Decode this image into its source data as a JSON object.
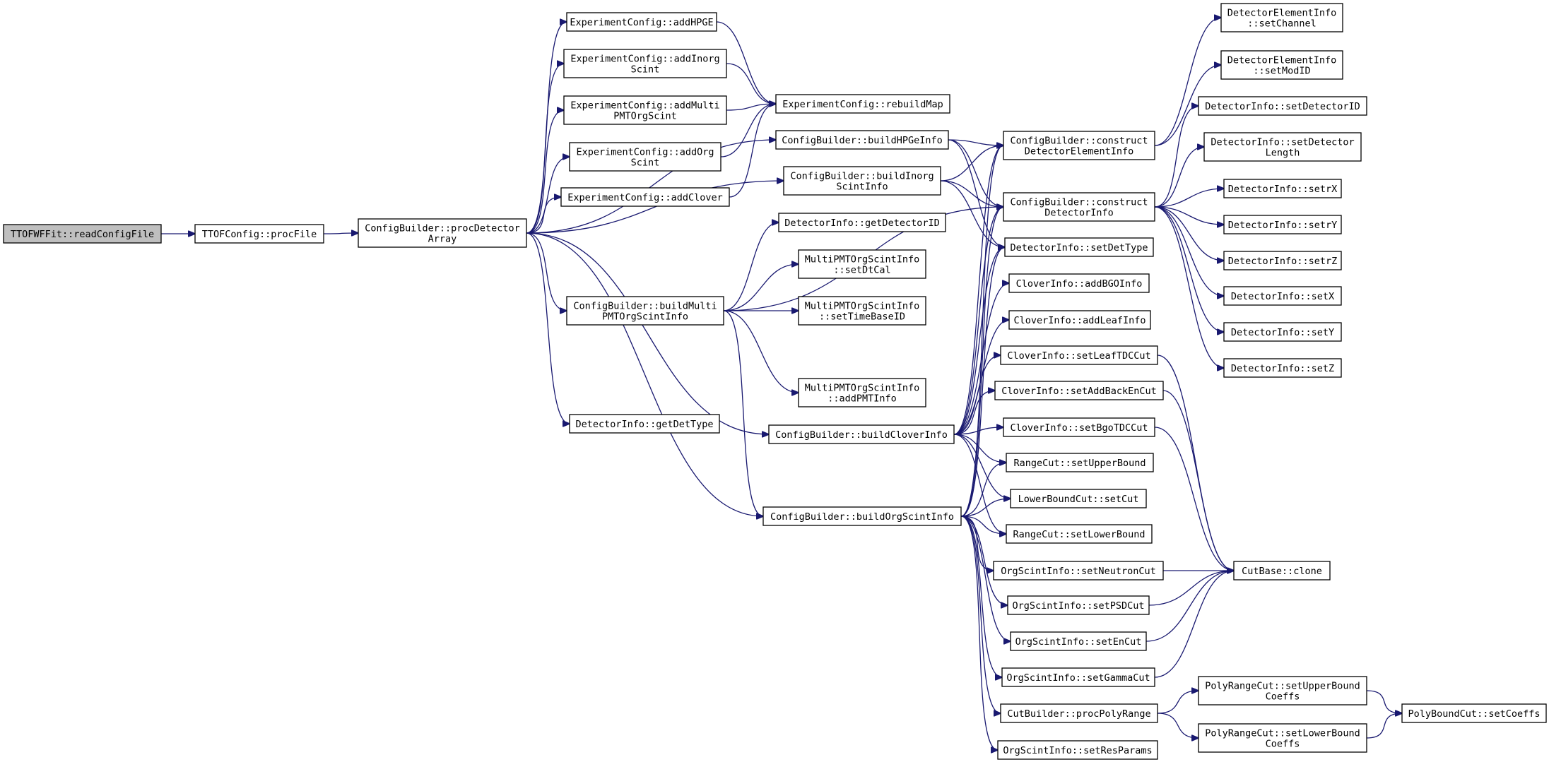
{
  "graph": {
    "root": "ttofwffit-readconfigfile",
    "nodes": [
      {
        "id": "ttofwffit-readconfigfile",
        "lines": [
          "TTOFWFFit::readConfigFile"
        ],
        "root": true
      },
      {
        "id": "ttofconfig-procfile",
        "lines": [
          "TTOFConfig::procFile"
        ]
      },
      {
        "id": "configbuilder-procdetectorarray",
        "lines": [
          "ConfigBuilder::procDetector",
          "Array"
        ]
      },
      {
        "id": "experimentconfig-addhpge",
        "lines": [
          "ExperimentConfig::addHPGE"
        ]
      },
      {
        "id": "experimentconfig-addinorgscint",
        "lines": [
          "ExperimentConfig::addInorg",
          "Scint"
        ]
      },
      {
        "id": "experimentconfig-addmultipmtorgscint",
        "lines": [
          "ExperimentConfig::addMulti",
          "PMTOrgScint"
        ]
      },
      {
        "id": "experimentconfig-addorgscint",
        "lines": [
          "ExperimentConfig::addOrg",
          "Scint"
        ]
      },
      {
        "id": "experimentconfig-addclover",
        "lines": [
          "ExperimentConfig::addClover"
        ]
      },
      {
        "id": "configbuilder-buildmultipmtorgscintinfo",
        "lines": [
          "ConfigBuilder::buildMulti",
          "PMTOrgScintInfo"
        ]
      },
      {
        "id": "detectorinfo-getdettype",
        "lines": [
          "DetectorInfo::getDetType"
        ]
      },
      {
        "id": "experimentconfig-rebuildmap",
        "lines": [
          "ExperimentConfig::rebuildMap"
        ]
      },
      {
        "id": "configbuilder-buildhpgeinfo",
        "lines": [
          "ConfigBuilder::buildHPGeInfo"
        ]
      },
      {
        "id": "configbuilder-buildinorgscintinfo",
        "lines": [
          "ConfigBuilder::buildInorg",
          "ScintInfo"
        ]
      },
      {
        "id": "detectorinfo-getdetectorid",
        "lines": [
          "DetectorInfo::getDetectorID"
        ]
      },
      {
        "id": "multipmtorgscintinfo-setdtcal",
        "lines": [
          "MultiPMTOrgScintInfo",
          "::setDtCal"
        ]
      },
      {
        "id": "multipmtorgscintinfo-settimebaseid",
        "lines": [
          "MultiPMTOrgScintInfo",
          "::setTimeBaseID"
        ]
      },
      {
        "id": "multipmtorgscintinfo-addpmtinfo",
        "lines": [
          "MultiPMTOrgScintInfo",
          "::addPMTInfo"
        ]
      },
      {
        "id": "configbuilder-buildcloverinfo",
        "lines": [
          "ConfigBuilder::buildCloverInfo"
        ]
      },
      {
        "id": "configbuilder-buildorgscintinfo",
        "lines": [
          "ConfigBuilder::buildOrgScintInfo"
        ]
      },
      {
        "id": "configbuilder-constructdetectorelementinfo",
        "lines": [
          "ConfigBuilder::construct",
          "DetectorElementInfo"
        ]
      },
      {
        "id": "configbuilder-constructdetectorinfo",
        "lines": [
          "ConfigBuilder::construct",
          "DetectorInfo"
        ]
      },
      {
        "id": "detectorinfo-setdettype",
        "lines": [
          "DetectorInfo::setDetType"
        ]
      },
      {
        "id": "cloverinfo-addbgoinfo",
        "lines": [
          "CloverInfo::addBGOInfo"
        ]
      },
      {
        "id": "cloverinfo-addleafinfo",
        "lines": [
          "CloverInfo::addLeafInfo"
        ]
      },
      {
        "id": "cloverinfo-setleaftdccut",
        "lines": [
          "CloverInfo::setLeafTDCCut"
        ]
      },
      {
        "id": "cloverinfo-setaddbackencut",
        "lines": [
          "CloverInfo::setAddBackEnCut"
        ]
      },
      {
        "id": "cloverinfo-setbgotdccut",
        "lines": [
          "CloverInfo::setBgoTDCCut"
        ]
      },
      {
        "id": "rangecut-setupperbound",
        "lines": [
          "RangeCut::setUpperBound"
        ]
      },
      {
        "id": "lowerboundcut-setcut",
        "lines": [
          "LowerBoundCut::setCut"
        ]
      },
      {
        "id": "rangecut-setlowerbound",
        "lines": [
          "RangeCut::setLowerBound"
        ]
      },
      {
        "id": "orgscintinfo-setneutroncut",
        "lines": [
          "OrgScintInfo::setNeutronCut"
        ]
      },
      {
        "id": "orgscintinfo-setpsdcut",
        "lines": [
          "OrgScintInfo::setPSDCut"
        ]
      },
      {
        "id": "orgscintinfo-setencut",
        "lines": [
          "OrgScintInfo::setEnCut"
        ]
      },
      {
        "id": "orgscintinfo-setgammacut",
        "lines": [
          "OrgScintInfo::setGammaCut"
        ]
      },
      {
        "id": "cutbuilder-procpolyrange",
        "lines": [
          "CutBuilder::procPolyRange"
        ]
      },
      {
        "id": "orgscintinfo-setresparams",
        "lines": [
          "OrgScintInfo::setResParams"
        ]
      },
      {
        "id": "detectorelementinfo-setchannel",
        "lines": [
          "DetectorElementInfo",
          "::setChannel"
        ]
      },
      {
        "id": "detectorelementinfo-setmodid",
        "lines": [
          "DetectorElementInfo",
          "::setModID"
        ]
      },
      {
        "id": "detectorinfo-setdetectorid",
        "lines": [
          "DetectorInfo::setDetectorID"
        ]
      },
      {
        "id": "detectorinfo-setdetectorlength",
        "lines": [
          "DetectorInfo::setDetector",
          "Length"
        ]
      },
      {
        "id": "detectorinfo-setrx",
        "lines": [
          "DetectorInfo::setrX"
        ]
      },
      {
        "id": "detectorinfo-setry",
        "lines": [
          "DetectorInfo::setrY"
        ]
      },
      {
        "id": "detectorinfo-setrz",
        "lines": [
          "DetectorInfo::setrZ"
        ]
      },
      {
        "id": "detectorinfo-setx",
        "lines": [
          "DetectorInfo::setX"
        ]
      },
      {
        "id": "detectorinfo-sety",
        "lines": [
          "DetectorInfo::setY"
        ]
      },
      {
        "id": "detectorinfo-setz",
        "lines": [
          "DetectorInfo::setZ"
        ]
      },
      {
        "id": "cutbase-clone",
        "lines": [
          "CutBase::clone"
        ]
      },
      {
        "id": "polyrangecut-setupperboundcoeffs",
        "lines": [
          "PolyRangeCut::setUpperBound",
          "Coeffs"
        ]
      },
      {
        "id": "polyrangecut-setlowerboundcoeffs",
        "lines": [
          "PolyRangeCut::setLowerBound",
          "Coeffs"
        ]
      },
      {
        "id": "polyboundcut-setcoeffs",
        "lines": [
          "PolyBoundCut::setCoeffs"
        ]
      }
    ],
    "edges": [
      [
        "ttofwffit-readconfigfile",
        "ttofconfig-procfile"
      ],
      [
        "ttofconfig-procfile",
        "configbuilder-procdetectorarray"
      ],
      [
        "configbuilder-procdetectorarray",
        "experimentconfig-addhpge"
      ],
      [
        "configbuilder-procdetectorarray",
        "experimentconfig-addinorgscint"
      ],
      [
        "configbuilder-procdetectorarray",
        "experimentconfig-addmultipmtorgscint"
      ],
      [
        "configbuilder-procdetectorarray",
        "experimentconfig-addorgscint"
      ],
      [
        "configbuilder-procdetectorarray",
        "experimentconfig-addclover"
      ],
      [
        "configbuilder-procdetectorarray",
        "configbuilder-buildhpgeinfo"
      ],
      [
        "configbuilder-procdetectorarray",
        "configbuilder-buildinorgscintinfo"
      ],
      [
        "configbuilder-procdetectorarray",
        "configbuilder-buildmultipmtorgscintinfo"
      ],
      [
        "configbuilder-procdetectorarray",
        "configbuilder-buildcloverinfo"
      ],
      [
        "configbuilder-procdetectorarray",
        "configbuilder-buildorgscintinfo"
      ],
      [
        "configbuilder-procdetectorarray",
        "detectorinfo-getdettype"
      ],
      [
        "experimentconfig-addhpge",
        "experimentconfig-rebuildmap"
      ],
      [
        "experimentconfig-addinorgscint",
        "experimentconfig-rebuildmap"
      ],
      [
        "experimentconfig-addmultipmtorgscint",
        "experimentconfig-rebuildmap"
      ],
      [
        "experimentconfig-addorgscint",
        "experimentconfig-rebuildmap"
      ],
      [
        "experimentconfig-addclover",
        "experimentconfig-rebuildmap"
      ],
      [
        "configbuilder-buildhpgeinfo",
        "configbuilder-constructdetectorelementinfo"
      ],
      [
        "configbuilder-buildhpgeinfo",
        "configbuilder-constructdetectorinfo"
      ],
      [
        "configbuilder-buildhpgeinfo",
        "detectorinfo-setdettype"
      ],
      [
        "configbuilder-buildinorgscintinfo",
        "configbuilder-constructdetectorelementinfo"
      ],
      [
        "configbuilder-buildinorgscintinfo",
        "configbuilder-constructdetectorinfo"
      ],
      [
        "configbuilder-buildinorgscintinfo",
        "detectorinfo-setdettype"
      ],
      [
        "configbuilder-buildmultipmtorgscintinfo",
        "detectorinfo-getdetectorid"
      ],
      [
        "configbuilder-buildmultipmtorgscintinfo",
        "multipmtorgscintinfo-setdtcal"
      ],
      [
        "configbuilder-buildmultipmtorgscintinfo",
        "multipmtorgscintinfo-settimebaseid"
      ],
      [
        "configbuilder-buildmultipmtorgscintinfo",
        "multipmtorgscintinfo-addpmtinfo"
      ],
      [
        "configbuilder-buildmultipmtorgscintinfo",
        "configbuilder-constructdetectorinfo"
      ],
      [
        "configbuilder-buildmultipmtorgscintinfo",
        "configbuilder-buildorgscintinfo"
      ],
      [
        "configbuilder-buildcloverinfo",
        "configbuilder-constructdetectorelementinfo"
      ],
      [
        "configbuilder-buildcloverinfo",
        "configbuilder-constructdetectorinfo"
      ],
      [
        "configbuilder-buildcloverinfo",
        "detectorinfo-setdettype"
      ],
      [
        "configbuilder-buildcloverinfo",
        "cloverinfo-addbgoinfo"
      ],
      [
        "configbuilder-buildcloverinfo",
        "cloverinfo-addleafinfo"
      ],
      [
        "configbuilder-buildcloverinfo",
        "cloverinfo-setleaftdccut"
      ],
      [
        "configbuilder-buildcloverinfo",
        "cloverinfo-setaddbackencut"
      ],
      [
        "configbuilder-buildcloverinfo",
        "cloverinfo-setbgotdccut"
      ],
      [
        "configbuilder-buildcloverinfo",
        "rangecut-setupperbound"
      ],
      [
        "configbuilder-buildcloverinfo",
        "lowerboundcut-setcut"
      ],
      [
        "configbuilder-buildcloverinfo",
        "rangecut-setlowerbound"
      ],
      [
        "configbuilder-buildorgscintinfo",
        "configbuilder-constructdetectorelementinfo"
      ],
      [
        "configbuilder-buildorgscintinfo",
        "configbuilder-constructdetectorinfo"
      ],
      [
        "configbuilder-buildorgscintinfo",
        "detectorinfo-setdettype"
      ],
      [
        "configbuilder-buildorgscintinfo",
        "rangecut-setupperbound"
      ],
      [
        "configbuilder-buildorgscintinfo",
        "lowerboundcut-setcut"
      ],
      [
        "configbuilder-buildorgscintinfo",
        "rangecut-setlowerbound"
      ],
      [
        "configbuilder-buildorgscintinfo",
        "orgscintinfo-setneutroncut"
      ],
      [
        "configbuilder-buildorgscintinfo",
        "orgscintinfo-setpsdcut"
      ],
      [
        "configbuilder-buildorgscintinfo",
        "orgscintinfo-setencut"
      ],
      [
        "configbuilder-buildorgscintinfo",
        "orgscintinfo-setgammacut"
      ],
      [
        "configbuilder-buildorgscintinfo",
        "cutbuilder-procpolyrange"
      ],
      [
        "configbuilder-buildorgscintinfo",
        "orgscintinfo-setresparams"
      ],
      [
        "configbuilder-constructdetectorelementinfo",
        "detectorelementinfo-setchannel"
      ],
      [
        "configbuilder-constructdetectorelementinfo",
        "detectorelementinfo-setmodid"
      ],
      [
        "configbuilder-constructdetectorinfo",
        "detectorinfo-setdetectorid"
      ],
      [
        "configbuilder-constructdetectorinfo",
        "detectorinfo-setdetectorlength"
      ],
      [
        "configbuilder-constructdetectorinfo",
        "detectorinfo-setrx"
      ],
      [
        "configbuilder-constructdetectorinfo",
        "detectorinfo-setry"
      ],
      [
        "configbuilder-constructdetectorinfo",
        "detectorinfo-setrz"
      ],
      [
        "configbuilder-constructdetectorinfo",
        "detectorinfo-setx"
      ],
      [
        "configbuilder-constructdetectorinfo",
        "detectorinfo-sety"
      ],
      [
        "configbuilder-constructdetectorinfo",
        "detectorinfo-setz"
      ],
      [
        "cloverinfo-setleaftdccut",
        "cutbase-clone"
      ],
      [
        "cloverinfo-setaddbackencut",
        "cutbase-clone"
      ],
      [
        "cloverinfo-setbgotdccut",
        "cutbase-clone"
      ],
      [
        "orgscintinfo-setneutroncut",
        "cutbase-clone"
      ],
      [
        "orgscintinfo-setpsdcut",
        "cutbase-clone"
      ],
      [
        "orgscintinfo-setencut",
        "cutbase-clone"
      ],
      [
        "orgscintinfo-setgammacut",
        "cutbase-clone"
      ],
      [
        "cutbuilder-procpolyrange",
        "polyrangecut-setupperboundcoeffs"
      ],
      [
        "cutbuilder-procpolyrange",
        "polyrangecut-setlowerboundcoeffs"
      ],
      [
        "polyrangecut-setupperboundcoeffs",
        "polyboundcut-setcoeffs"
      ],
      [
        "polyrangecut-setlowerboundcoeffs",
        "polyboundcut-setcoeffs"
      ]
    ]
  }
}
